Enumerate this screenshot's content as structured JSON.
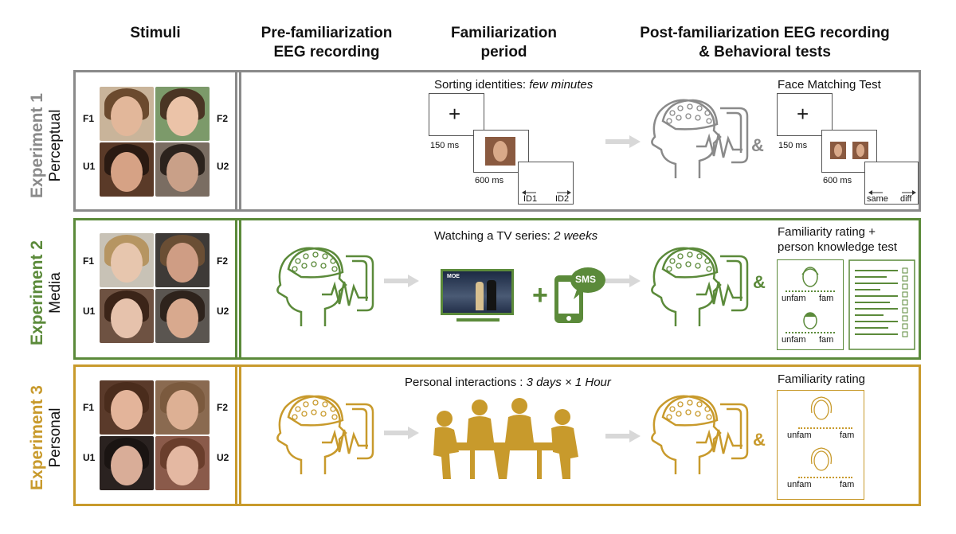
{
  "headers": {
    "stimuli": "Stimuli",
    "pre_line1": "Pre-familiarization",
    "pre_line2": "EEG recording",
    "fam_line1": "Familiarization",
    "fam_line2": "period",
    "post_line1": "Post-familiarization EEG recording",
    "post_line2": "& Behavioral tests"
  },
  "colors": {
    "exp1": "#8a8a8a",
    "exp2": "#5b8a3a",
    "exp3": "#c89a2c"
  },
  "face_labels": {
    "f1": "F1",
    "f2": "F2",
    "u1": "U1",
    "u2": "U2"
  },
  "experiments": [
    {
      "title": "Experiment 1",
      "subtitle": "Perceptual",
      "task_prefix": "Sorting identities: ",
      "task_duration": "few minutes",
      "test_title": "Face  Matching Test",
      "fix_symbol": "+",
      "time_150": "150 ms",
      "time_600": "600 ms",
      "id1": "ID1",
      "id2": "ID2",
      "same": "same",
      "diff": "diff",
      "amp": "&"
    },
    {
      "title": "Experiment 2",
      "subtitle": "Media",
      "task_prefix": "Watching a TV series: ",
      "task_duration": "2 weeks",
      "test_title_line1": "Familiarity rating +",
      "test_title_line2": "person knowledge test",
      "tv_text": "MOE",
      "plus": "+",
      "sms": "SMS",
      "unfam": "unfam",
      "fam": "fam",
      "amp": "&"
    },
    {
      "title": "Experiment 3",
      "subtitle": "Personal",
      "task_prefix": "Personal interactions : ",
      "task_duration": "3 days × 1 Hour",
      "test_title": "Familiarity rating",
      "unfam": "unfam",
      "fam": "fam",
      "amp": "&"
    }
  ]
}
